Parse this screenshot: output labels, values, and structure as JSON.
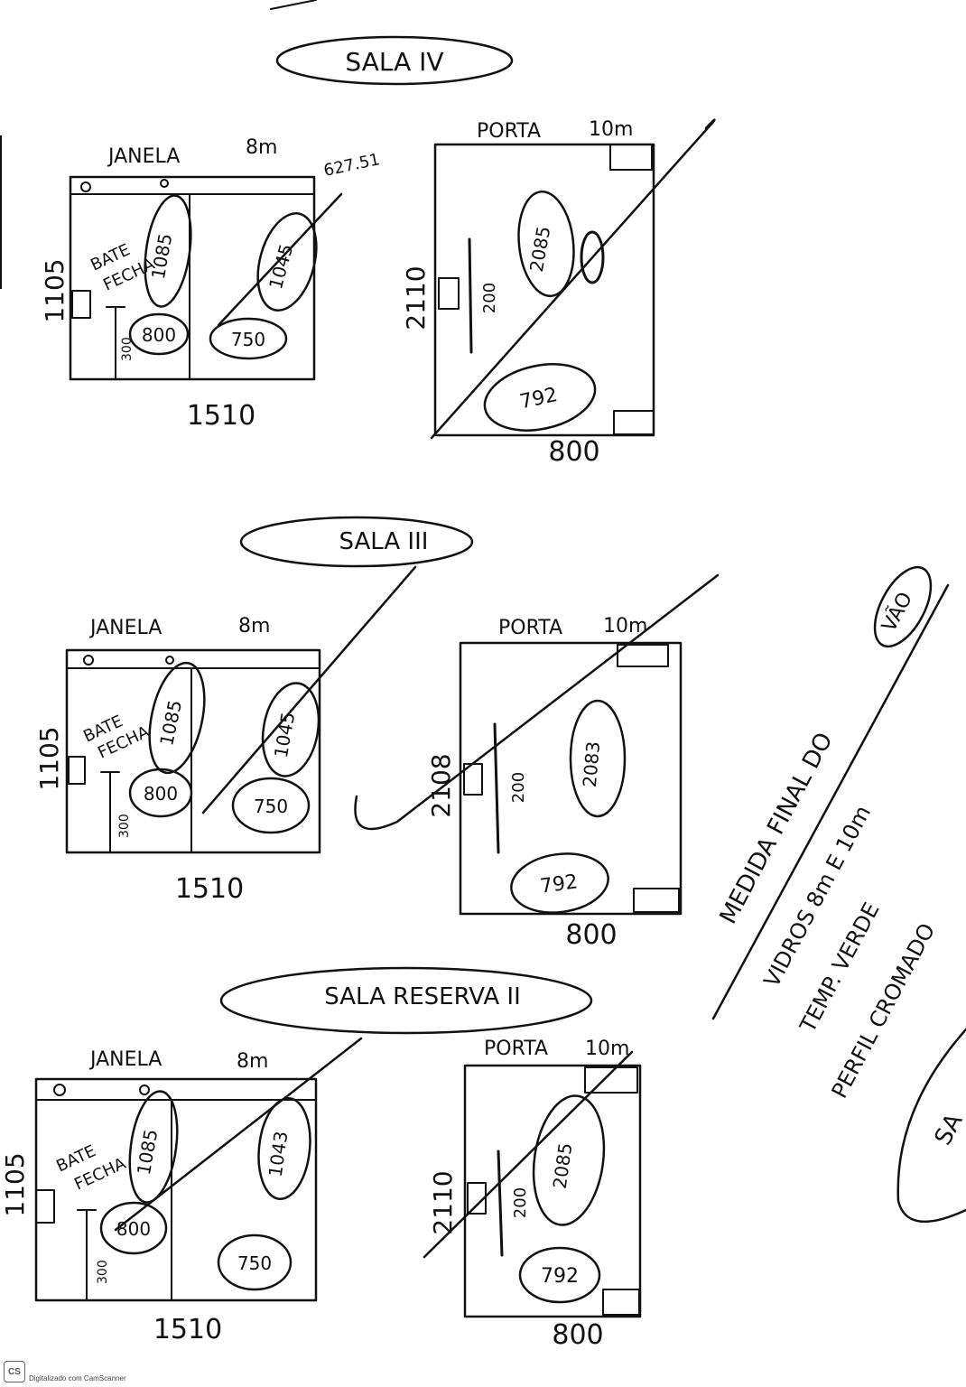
{
  "sections": [
    {
      "title": "SALA IV",
      "window": {
        "header": "JANELA",
        "header_size": "8m",
        "height": "1105",
        "width": "1510",
        "side_label": [
          "BATE",
          "FECHA"
        ],
        "left_top_pane": "1085",
        "left_bottom_pane": "800",
        "left_bottom_dim": "300",
        "right_top_pane": "1045",
        "right_bottom_pane": "750",
        "extra_note": "627.51"
      },
      "door": {
        "header": "PORTA",
        "header_size": "10m",
        "height": "2110",
        "width": "800",
        "handle_dim": "200",
        "upper_pane": "2085",
        "lower_pane": "792"
      }
    },
    {
      "title": "SALA III",
      "window": {
        "header": "JANELA",
        "header_size": "8m",
        "height": "1105",
        "width": "1510",
        "side_label": [
          "BATE",
          "FECHA"
        ],
        "left_top_pane": "1085",
        "left_bottom_pane": "800",
        "left_bottom_dim": "300",
        "right_top_pane": "1045",
        "right_bottom_pane": "750"
      },
      "door": {
        "header": "PORTA",
        "header_size": "10m",
        "height": "2108",
        "width": "800",
        "handle_dim": "200",
        "upper_pane": "2083",
        "lower_pane": "792"
      }
    },
    {
      "title": "SALA RESERVA II",
      "window": {
        "header": "JANELA",
        "header_size": "8m",
        "height": "1105",
        "width": "1510",
        "side_label": [
          "BATE",
          "FECHA"
        ],
        "left_top_pane": "1085",
        "left_bottom_pane": "800",
        "left_bottom_dim": "300",
        "right_top_pane": "1043",
        "right_bottom_pane": "750"
      },
      "door": {
        "header": "PORTA",
        "header_size": "10m",
        "height": "2110",
        "width": "800",
        "handle_dim": "200",
        "upper_pane": "2085",
        "lower_pane": "792"
      }
    }
  ],
  "notes": {
    "line1": "MEDIDA FINAL DO",
    "circled_word": "VÃO",
    "line2": "VIDROS 8m E 10m",
    "line3": "TEMP. VERDE",
    "line4": "PERFIL CROMADO",
    "cut_off_oval": "SA"
  },
  "footer": {
    "logo": "CS",
    "text": "Digitalizado com CamScanner"
  }
}
